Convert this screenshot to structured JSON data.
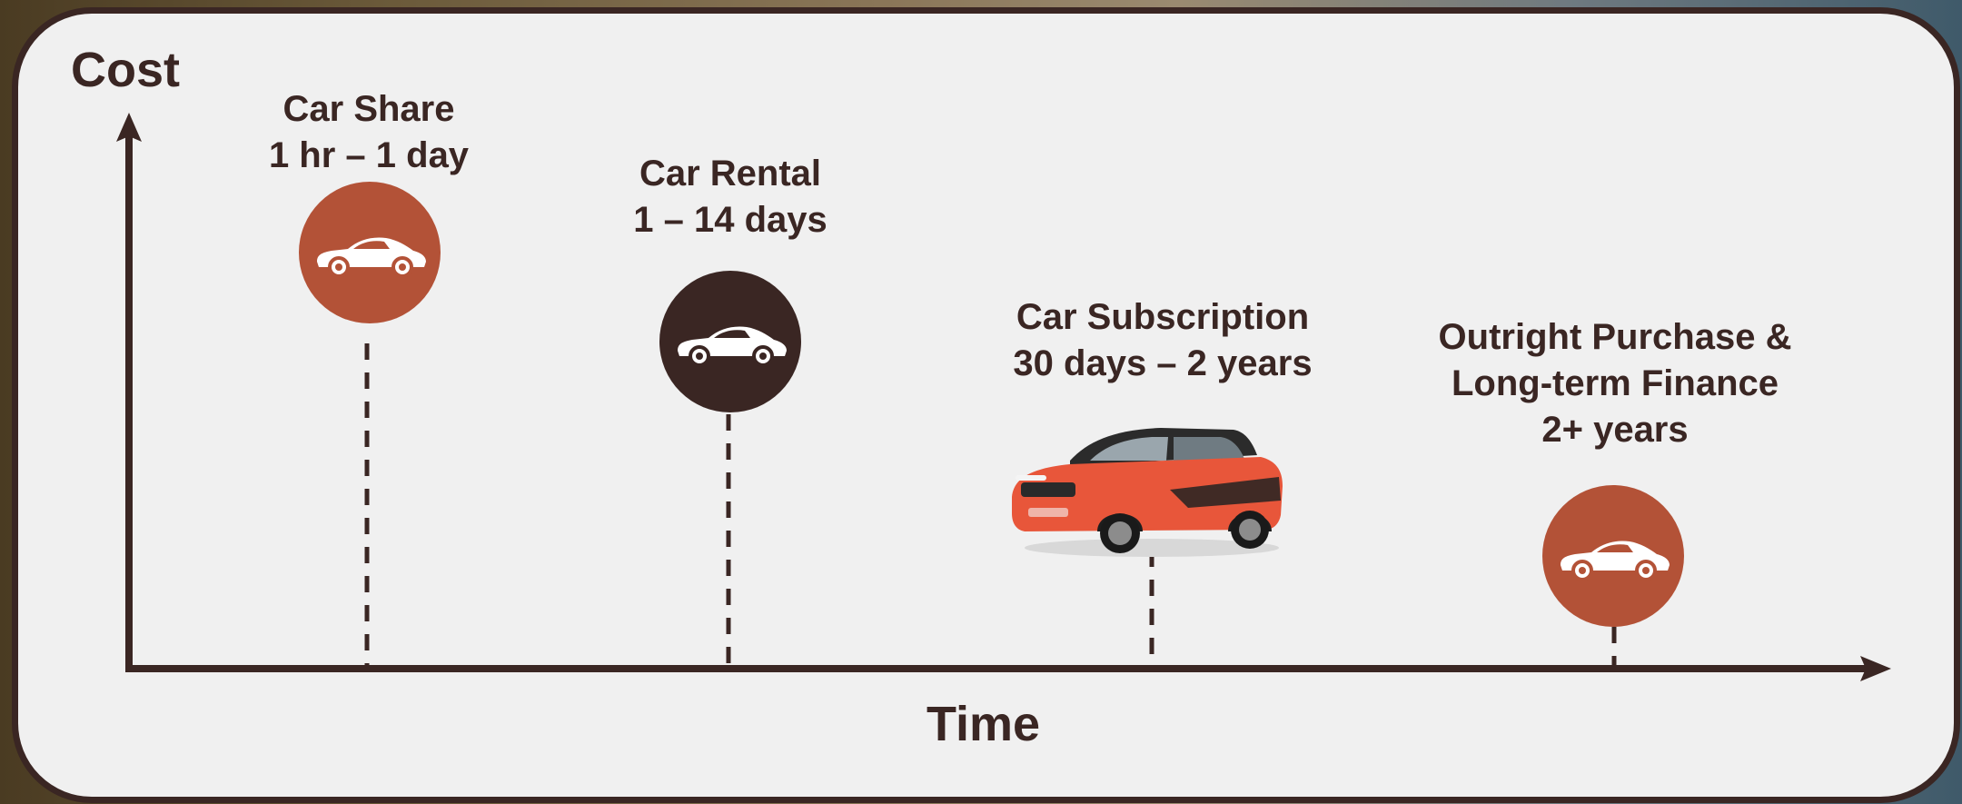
{
  "axes": {
    "y_label": "Cost",
    "x_label": "Time"
  },
  "items": [
    {
      "title": "Car Share",
      "duration": "1 hr – 1 day",
      "icon": "car-icon",
      "circle_color": "#b35237"
    },
    {
      "title": "Car Rental",
      "duration": "1 – 14 days",
      "icon": "car-icon",
      "circle_color": "#3a2623"
    },
    {
      "title": "Car Subscription",
      "duration": "30 days – 2 years",
      "icon": "suv-photo"
    },
    {
      "title": "Outright Purchase &",
      "title2": "Long-term Finance",
      "duration": "2+ years",
      "icon": "car-icon",
      "circle_color": "#b35237"
    }
  ],
  "colors": {
    "ink": "#3a2623",
    "accent": "#b35237",
    "suv_body": "#e8563a",
    "background": "#f0f0f0"
  }
}
